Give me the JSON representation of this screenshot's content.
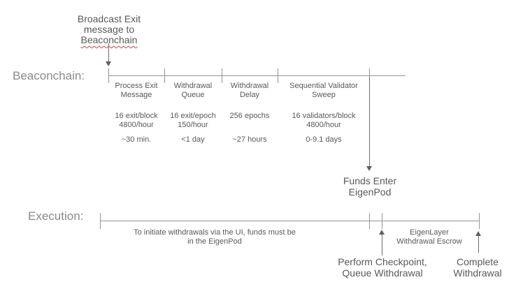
{
  "colors": {
    "text": "#595959",
    "row_label": "#8a8a8a",
    "line": "#949494",
    "arrow": "#5f5f5f",
    "spellcheck_underline": "#e03a3a",
    "background": "#ffffff"
  },
  "broadcast_note": {
    "lines": "Broadcast Exit\nmessage to\n",
    "underlined_word": "Beaconchain"
  },
  "beaconchain": {
    "label": "Beaconchain:",
    "stages": [
      {
        "title": "Process Exit\nMessage",
        "rate": "16 exit/block\n4800/hour",
        "duration": "~30 min."
      },
      {
        "title": "Withdrawal\nQueue",
        "rate": "16 exit/epoch\n150/hour",
        "duration": "<1 day"
      },
      {
        "title": "Withdrawal\nDelay",
        "rate": "256 epochs",
        "duration": "~27 hours"
      },
      {
        "title": "Sequential Validator\nSweep",
        "rate": "16 validators/block\n4800/hour",
        "duration": "0-9.1 days"
      }
    ]
  },
  "funds_enter_label": "Funds Enter\nEigenPod",
  "execution": {
    "label": "Execution:",
    "initiate_note": "To initiate withdrawals via the UI, funds must be\nin the EigenPod",
    "escrow_note": "EigenLayer\nWithdrawal Escrow",
    "checkpoint_label": "Perform Checkpoint,\nQueue Withdrawal",
    "complete_label": "Complete\nWithdrawal"
  }
}
